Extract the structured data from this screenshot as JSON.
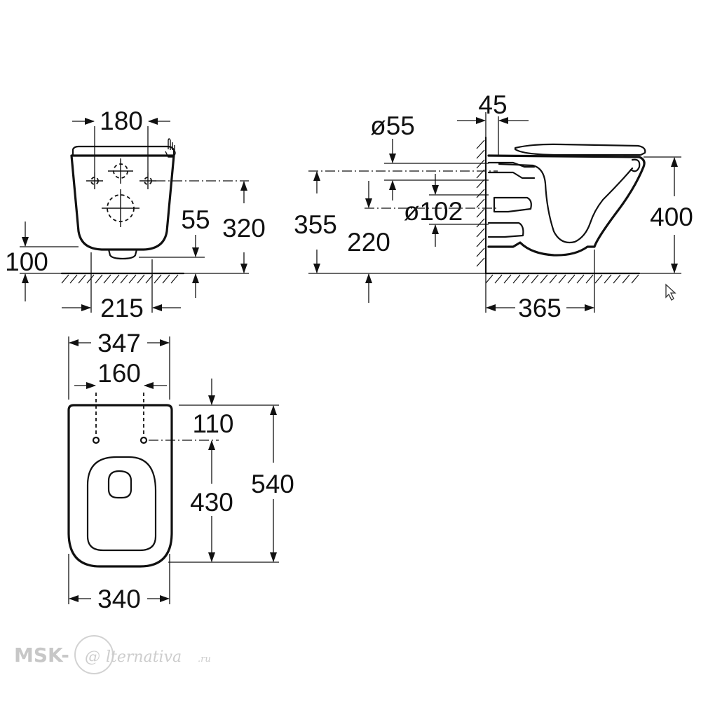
{
  "front_view": {
    "dims": {
      "mount_width": "180",
      "outlet_height": "55",
      "fixing_height": "320",
      "bottom_height": "100",
      "outlet_spacing": "215"
    }
  },
  "side_view": {
    "dims": {
      "wall_offset": "45",
      "inlet_diameter": "ø55",
      "outlet_diameter": "ø102",
      "inlet_height": "355",
      "outlet_height": "220",
      "bowl_height": "400",
      "projection": "365"
    }
  },
  "top_view": {
    "dims": {
      "seat_width": "347",
      "hinge_spacing": "160",
      "hinge_offset": "110",
      "seat_length": "430",
      "total_length": "540",
      "bowl_width": "340"
    }
  },
  "watermark": {
    "prefix": "MSK-",
    "at_symbol": "@",
    "suffix": "lternativa",
    "domain": ".ru"
  }
}
